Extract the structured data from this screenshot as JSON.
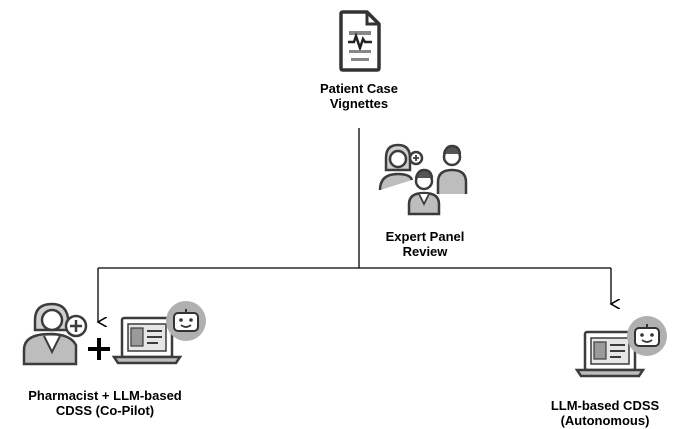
{
  "nodes": {
    "vignettes": {
      "label_line1": "Patient Case",
      "label_line2": "Vignettes",
      "icon": "document-icon"
    },
    "panel": {
      "label_line1": "Expert Panel",
      "label_line2": "Review",
      "icon": "doctors-group-icon"
    },
    "copilot": {
      "label_line1": "Pharmacist + LLM-based",
      "label_line2": "CDSS (Co-Pilot)",
      "icons": [
        "pharmacist-icon",
        "plus-icon",
        "laptop-icon",
        "robot-icon"
      ]
    },
    "autonomous": {
      "label_line1": "LLM-based CDSS",
      "label_line2": "(Autonomous)",
      "icons": [
        "laptop-icon",
        "robot-icon"
      ]
    }
  },
  "colors": {
    "line": "#000000",
    "icon_stroke": "#3c3c3c",
    "icon_fill": "#bdbdbd",
    "robot_bg": "#b0b0b0"
  }
}
